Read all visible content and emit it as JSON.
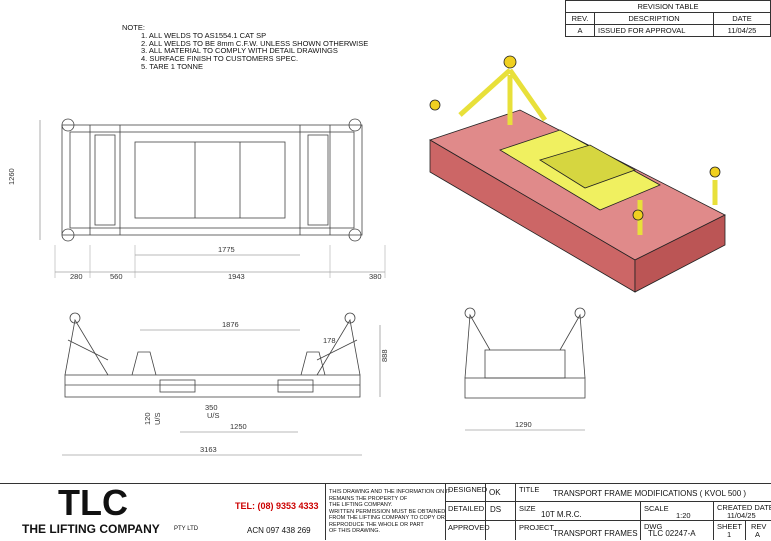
{
  "notes": {
    "heading": "NOTE:",
    "items": [
      "1. ALL WELDS TO AS1554.1 CAT SP",
      "2. ALL WELDS TO BE 8mm C.F.W. UNLESS SHOWN OTHERWISE",
      "3. ALL MATERIAL TO COMPLY WITH DETAIL DRAWINGS",
      "4. SURFACE FINISH TO CUSTOMERS SPEC.",
      "5. TARE 1 TONNE"
    ]
  },
  "revision_table": {
    "title": "REVISION TABLE",
    "headers": [
      "REV.",
      "DESCRIPTION",
      "DATE"
    ],
    "rows": [
      [
        "A",
        "ISSUED FOR APPROVAL",
        "11/04/25"
      ]
    ]
  },
  "dimensions": {
    "plan_height": "1260",
    "plan_inner": "1775",
    "plan_w1": "280",
    "plan_w2": "560",
    "plan_w3": "1943",
    "plan_w4": "380",
    "side_top": "1876",
    "side_angle": "178",
    "side_height": "888",
    "side_350": "350",
    "side_us1": "U/S",
    "side_120": "120",
    "side_us2": "U/S",
    "side_1250": "1250",
    "side_overall": "3163",
    "end_width": "1290"
  },
  "title_block": {
    "logo": "TLC",
    "company": "THE LIFTING COMPANY",
    "pty": "PTY LTD",
    "tel": "TEL: (08) 9353 4333",
    "acn": "ACN 097 438 269",
    "disclaimer": [
      "THIS DRAWING AND THE INFORMATION ON IT",
      "REMAINS THE PROPERTY OF",
      "THE LIFTING COMPANY.",
      "WRITTEN PERMISSION MUST BE OBTAINED",
      "FROM THE LIFTING COMPANY TO COPY OR",
      "REPRODUCE THE WHOLE OR PART",
      "OF THIS DRAWING."
    ],
    "designed_label": "DESIGNED",
    "designed_value": "OK",
    "detailed_label": "DETAILED",
    "detailed_value": "DS",
    "approved_label": "APPROVED",
    "title_label": "TITLE",
    "title_value": "TRANSPORT FRAME MODIFICATIONS ( KVOL 500 )",
    "size_label": "SIZE",
    "size_value": "10T M.R.C.",
    "scale_label": "SCALE",
    "scale_value": "1:20",
    "created_label": "CREATED DATE",
    "created_value": "11/04/25",
    "project_label": "PROJECT",
    "project_value": "TRANSPORT FRAMES",
    "dwg_label": "DWG",
    "dwg_value": "TLC 02247-A",
    "sheet_label": "SHEET",
    "sheet_value": "1",
    "rev_label": "REV",
    "rev_value": "A"
  }
}
